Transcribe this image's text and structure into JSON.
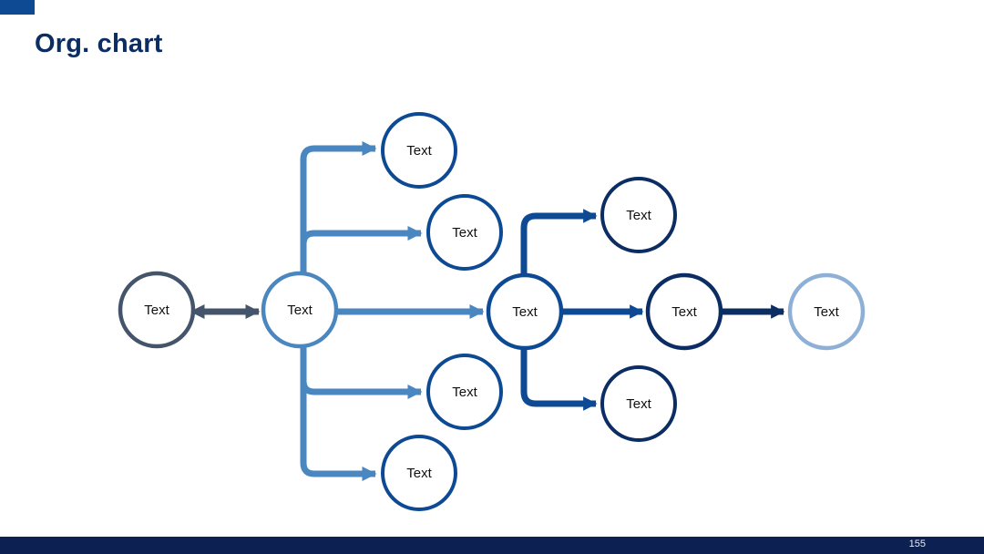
{
  "slide": {
    "title": "Org. chart",
    "page_number": "155"
  },
  "colors": {
    "accent": "#0e4a94",
    "title": "#0c2d63",
    "footer": "#0c2052",
    "root": "#44546a",
    "level1": "#4a86bf",
    "level2": "#0e4a94",
    "level3": "#0c2d63",
    "end": "#8eb0d6"
  },
  "nodes": {
    "root": {
      "label": "Text"
    },
    "hub": {
      "label": "Text"
    },
    "hub_child_1": {
      "label": "Text"
    },
    "hub_child_2": {
      "label": "Text"
    },
    "hub_child_3": {
      "label": "Text"
    },
    "hub_child_4": {
      "label": "Text"
    },
    "center": {
      "label": "Text"
    },
    "center_child_top": {
      "label": "Text"
    },
    "center_child_bottom": {
      "label": "Text"
    },
    "next": {
      "label": "Text"
    },
    "end": {
      "label": "Text"
    }
  }
}
